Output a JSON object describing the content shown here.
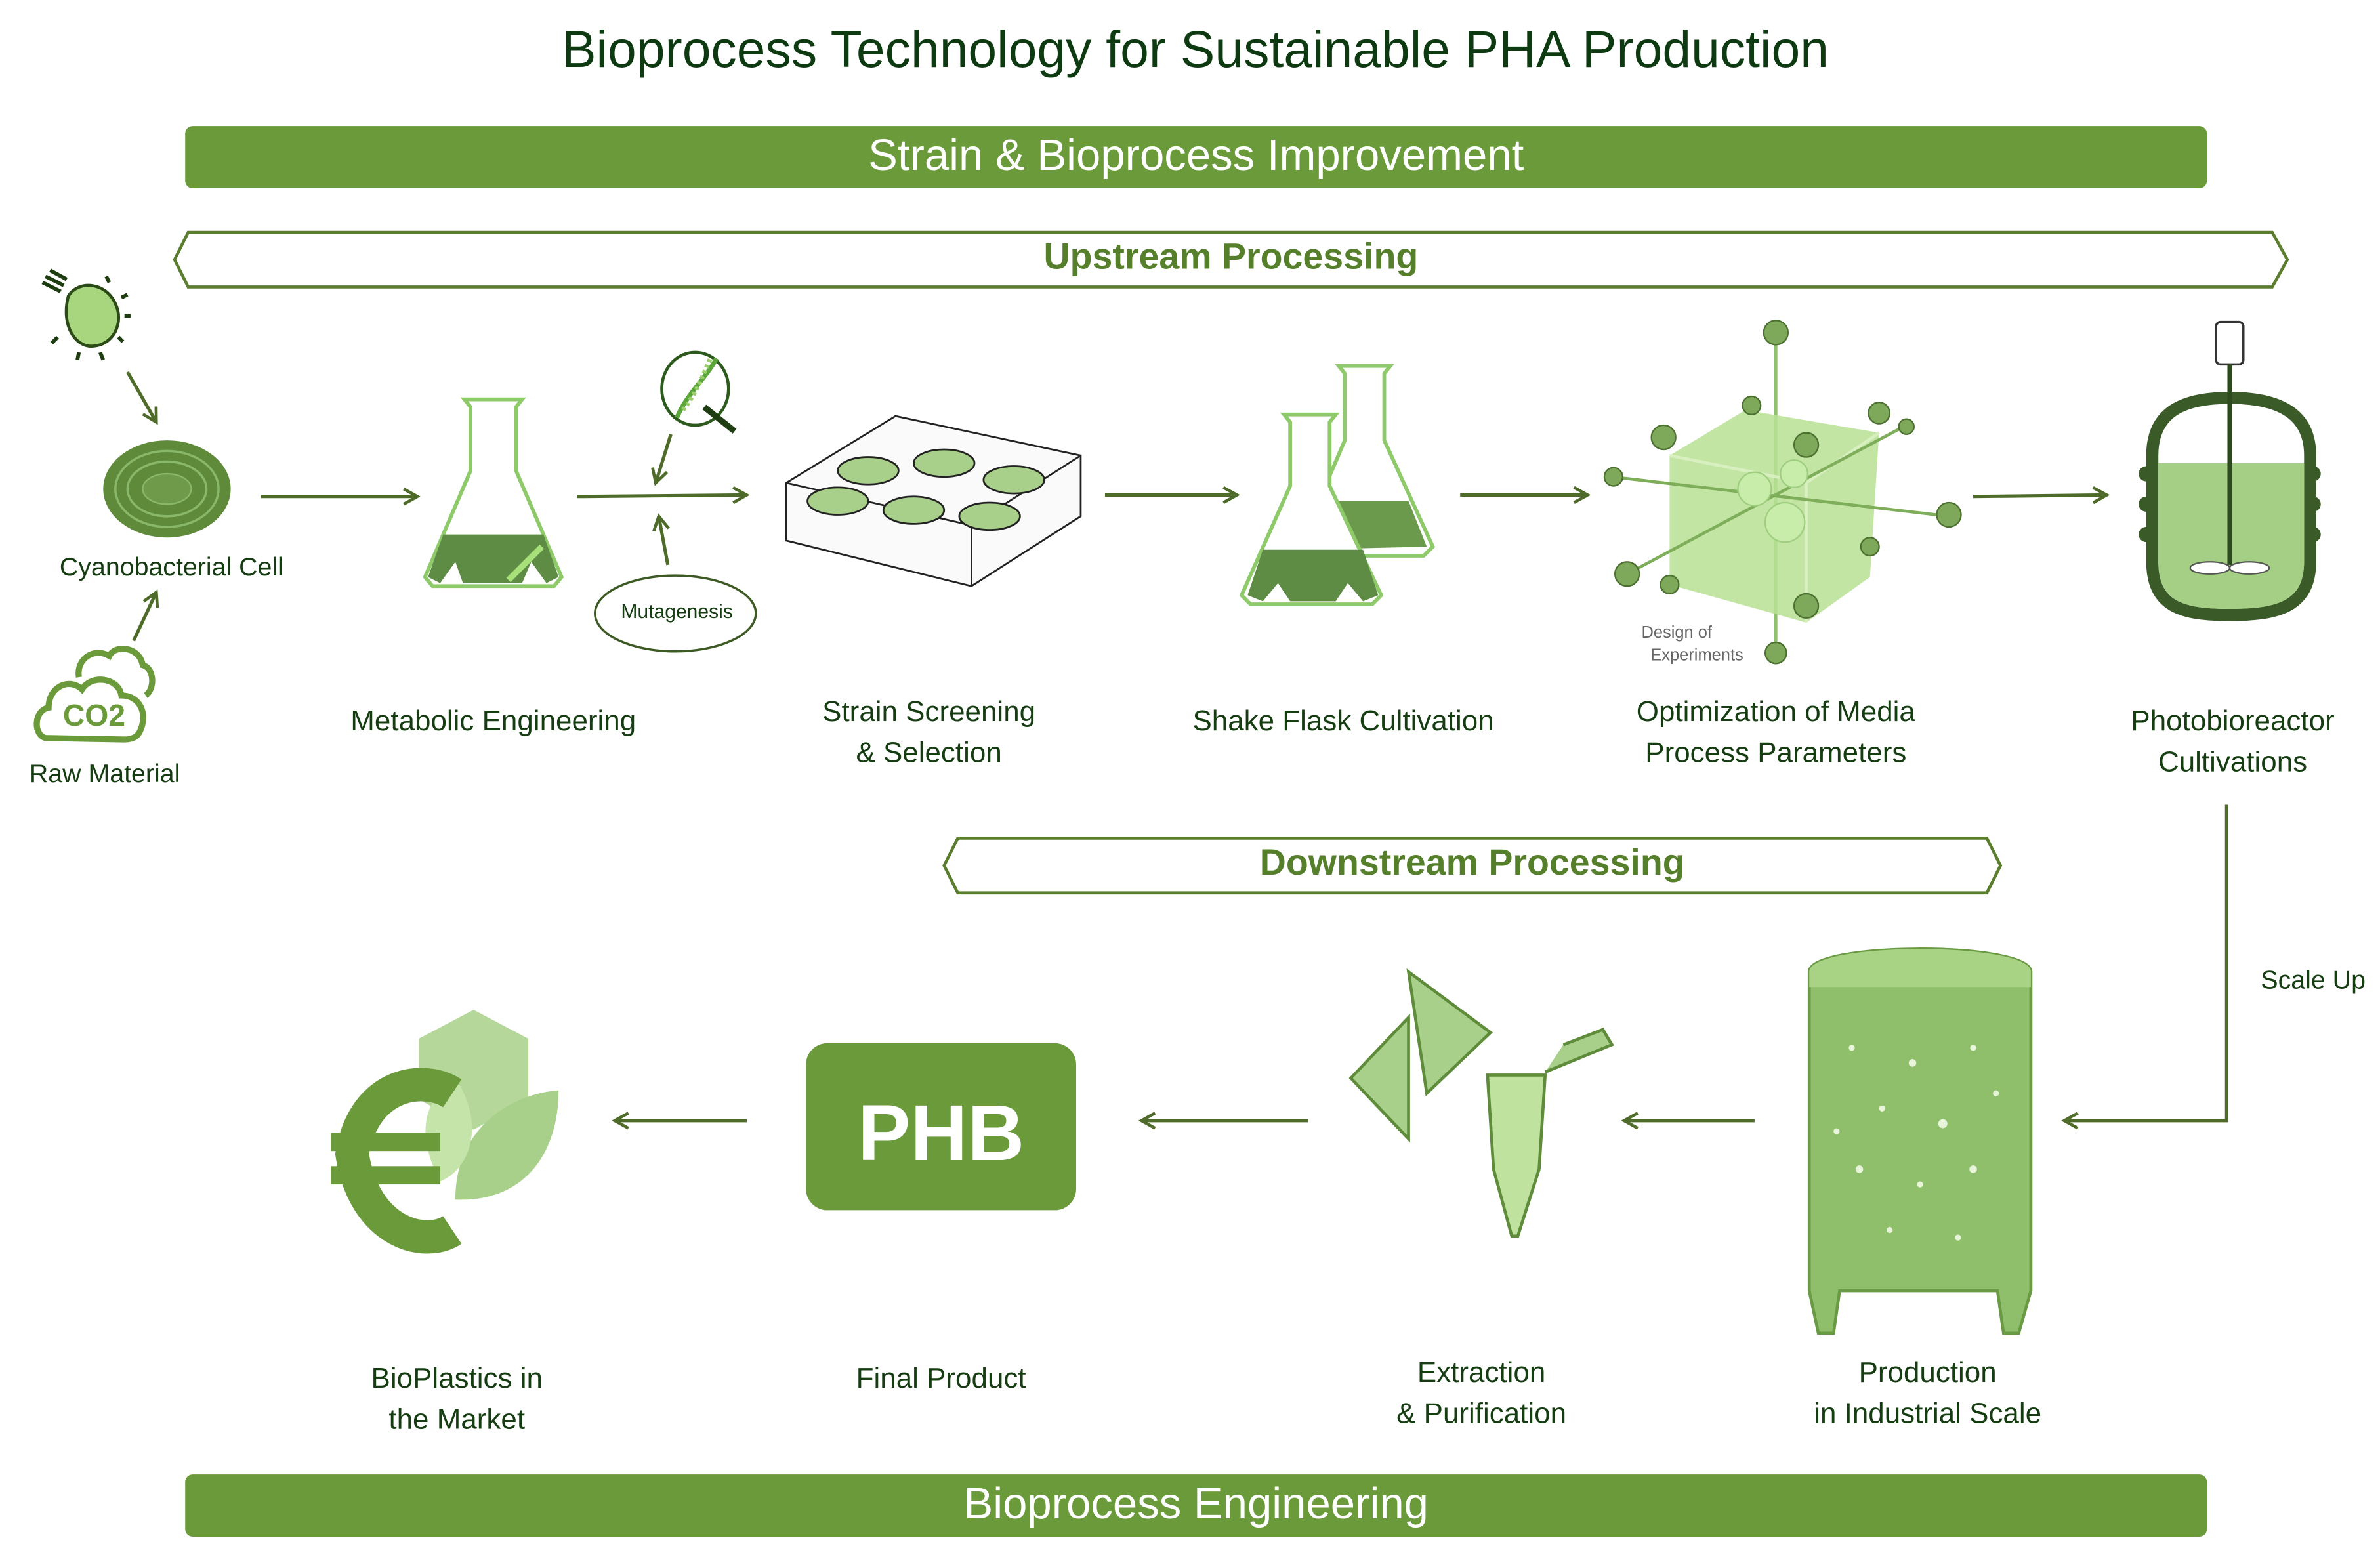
{
  "title": "Bioprocess Technology for Sustainable PHA Production",
  "top_banner": "Strain & Bioprocess Improvement",
  "bottom_banner": "Bioprocess Engineering",
  "upstream": {
    "heading": "Upstream Processing",
    "steps": {
      "cell": "Cyanobacterial Cell",
      "raw_material": "Raw Material",
      "co2": "CO2",
      "metabolic": "Metabolic Engineering",
      "mutagenesis": "Mutagenesis",
      "screening": [
        "Strain Screening",
        "& Selection"
      ],
      "shake_flask": "Shake Flask Cultivation",
      "doe": [
        "Design of",
        "Experiments"
      ],
      "optimization": [
        "Optimization of Media",
        "Process Parameters"
      ],
      "photobioreactor": [
        "Photobioreactor",
        "Cultivations"
      ]
    }
  },
  "scale_up": "Scale Up",
  "downstream": {
    "heading": "Downstream Processing",
    "steps": {
      "production": [
        "Production",
        "in Industrial Scale"
      ],
      "extraction": [
        "Extraction",
        "& Purification"
      ],
      "phb": "PHB",
      "final_product": "Final Product",
      "market": [
        "BioPlastics in",
        "the Market"
      ]
    }
  },
  "colors": {
    "banner": "#6a9a3a",
    "dark": "#163d12",
    "line": "#4e6b2a",
    "light": "#a8d08a"
  }
}
